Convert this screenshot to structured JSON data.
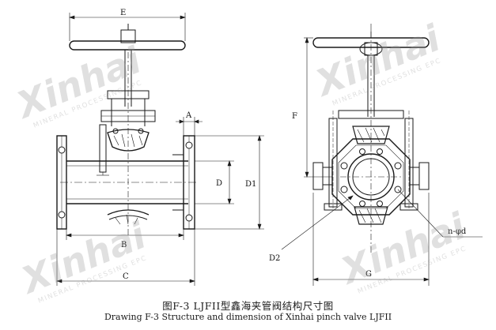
{
  "caption": {
    "cn": "图F-3  LJFII型鑫海夹管阀结构尺寸图",
    "en": "Drawing  F-3 Structure and dimension of Xinhai pinch valve LJFII"
  },
  "dimension_labels": {
    "E": "E",
    "A": "A",
    "D": "D",
    "D1": "D1",
    "B": "B",
    "C": "C",
    "F": "F",
    "G": "G",
    "D2": "D2",
    "n_phi_d": "n-φd"
  },
  "watermark": {
    "brand": "Xinhai",
    "tagline": "MINERAL PROCESSING EPC"
  },
  "colors": {
    "line": "#1a1a1a",
    "watermark": "#9a9a9a",
    "background": "#ffffff"
  }
}
